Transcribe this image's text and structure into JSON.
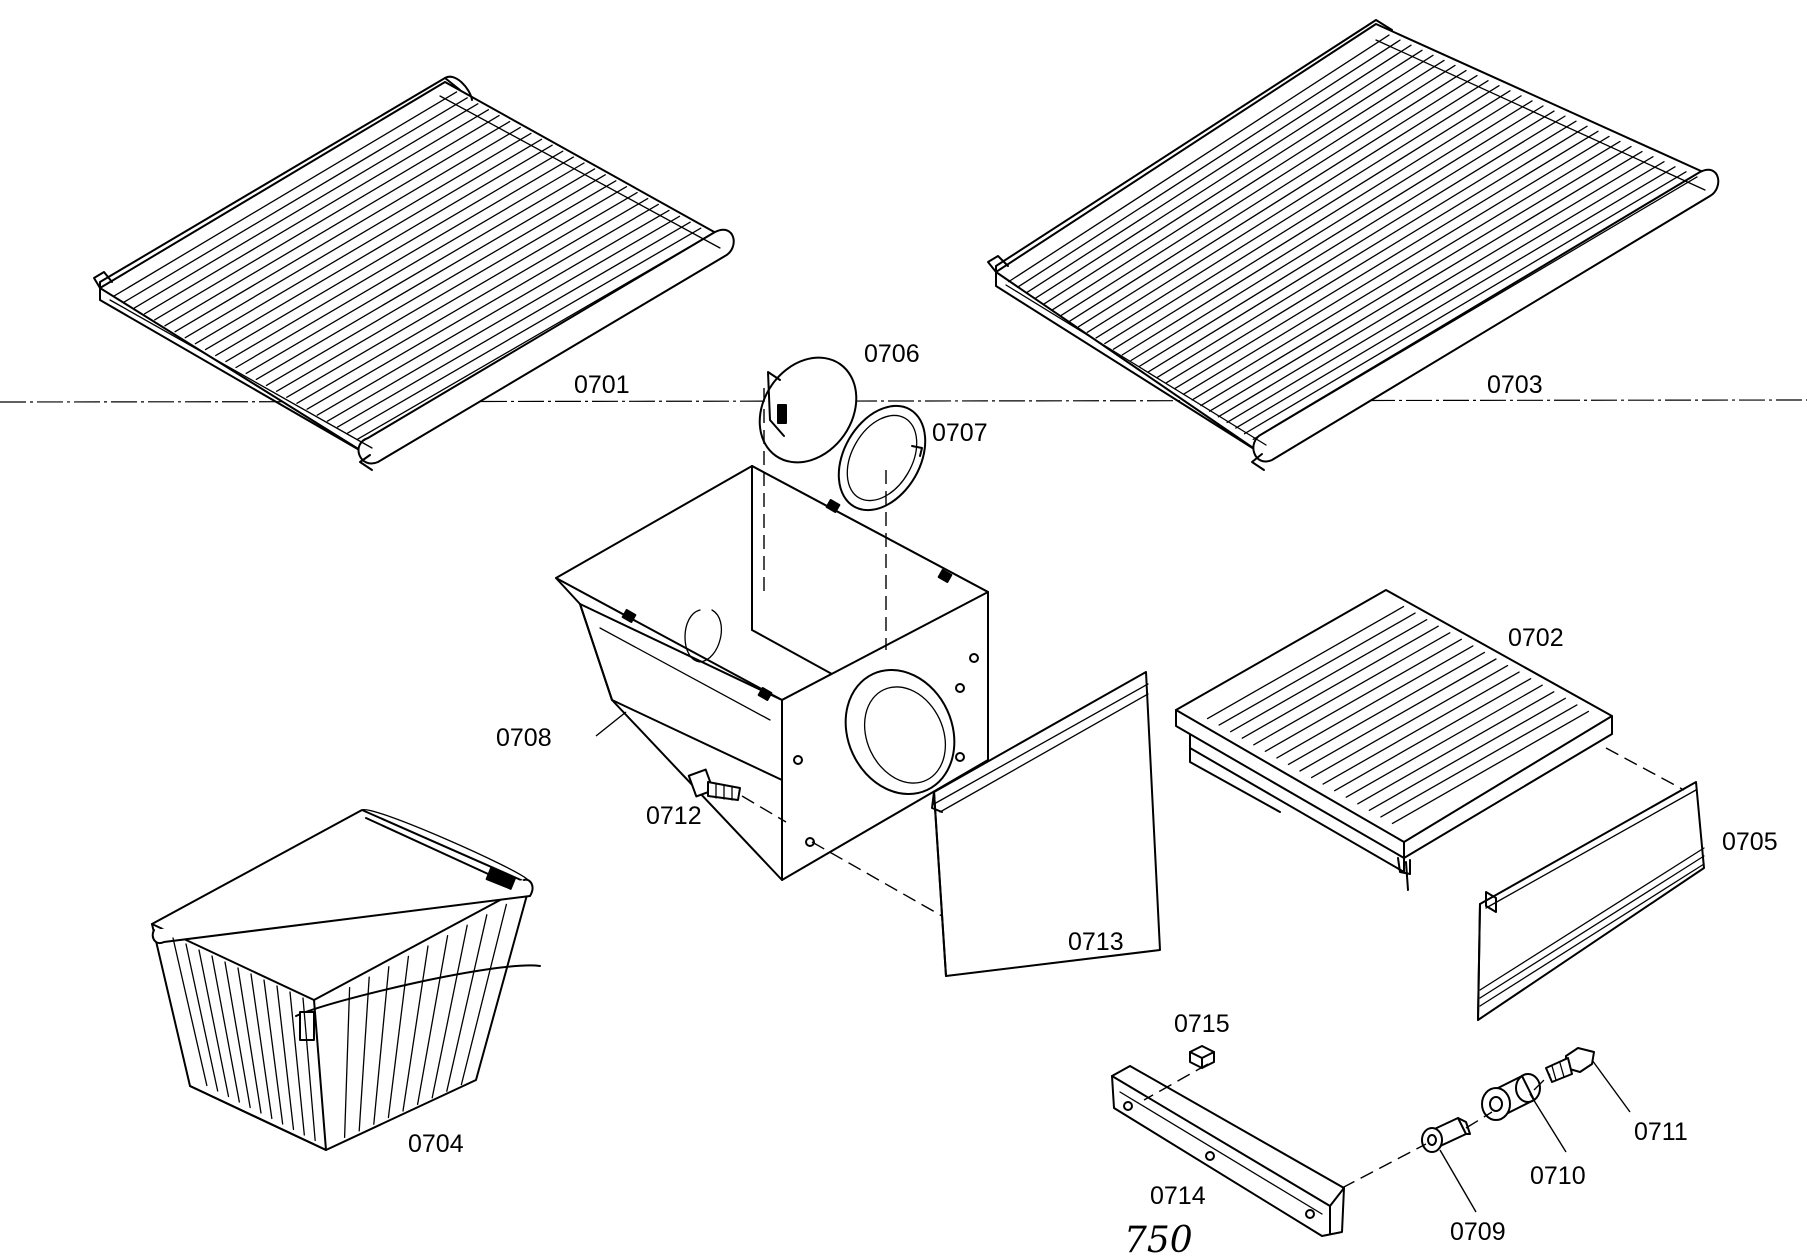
{
  "diagram": {
    "labels": {
      "p0701": "0701",
      "p0702": "0702",
      "p0703": "0703",
      "p0704": "0704",
      "p0705": "0705",
      "p0706": "0706",
      "p0707": "0707",
      "p0708": "0708",
      "p0709": "0709",
      "p0710": "0710",
      "p0711": "0711",
      "p0712": "0712",
      "p0713": "0713",
      "p0714": "0714",
      "p0715": "0715"
    },
    "handwritten_note": "750"
  }
}
